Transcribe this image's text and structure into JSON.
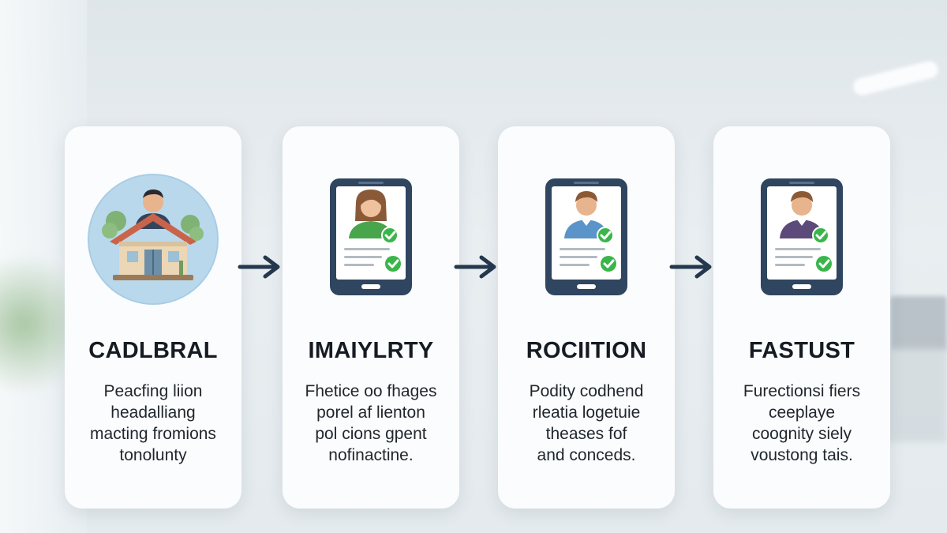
{
  "colors": {
    "arrow": "#24384e",
    "device": "#2f4560",
    "check": "#3ab54a",
    "card": "#fbfcfd"
  },
  "steps": [
    {
      "icon": "house-person-icon",
      "title": "CADLBRAL",
      "lines": [
        "Peacfing liion",
        "headalliang",
        "macting fromions",
        "tonolunty"
      ]
    },
    {
      "icon": "tablet-profile-check-icon",
      "title": "IMAIYLRTY",
      "lines": [
        "Fhetice oo fhages",
        "porel af lienton",
        "pol cions gpent",
        "nofinactine."
      ]
    },
    {
      "icon": "tablet-profile-check-icon",
      "title": "ROCIITION",
      "lines": [
        "Podity codhend",
        "rleatia logetuie",
        "theases fof",
        "and conceds."
      ]
    },
    {
      "icon": "tablet-profile-check-icon",
      "title": "FASTUST",
      "lines": [
        "Furectionsi fiers",
        "ceeplaye",
        "coognity siely",
        "voustong tais."
      ]
    }
  ]
}
